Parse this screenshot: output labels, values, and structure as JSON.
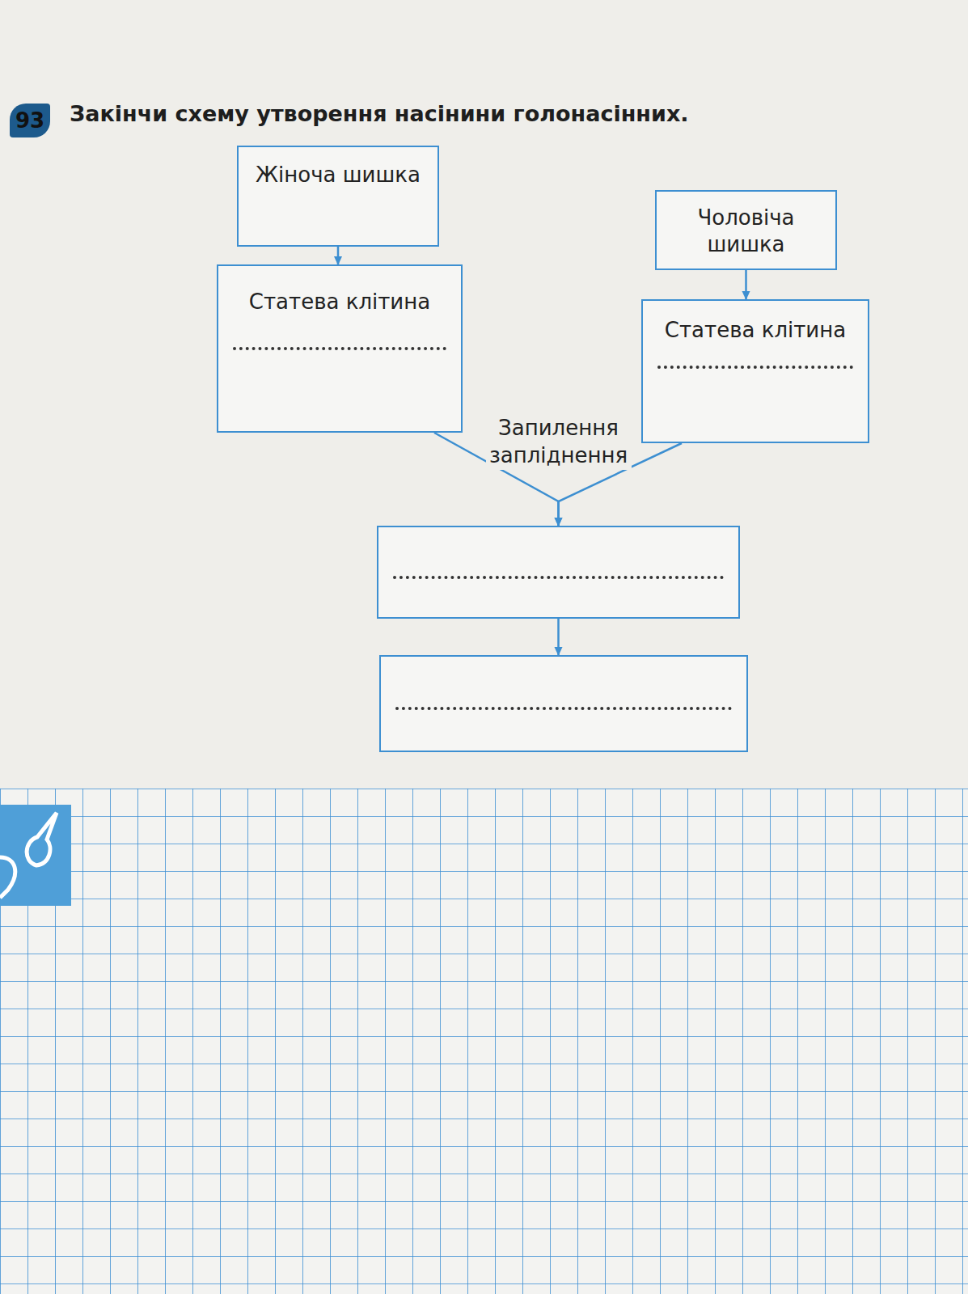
{
  "diagram": {
    "title": "Закінчи схему утворення насінини голонасінних.",
    "nodes": [
      {
        "text": [
          "Жіноча шишка"
        ]
      },
      {
        "text": [
          "Чоловіча шишка"
        ]
      },
      {
        "text": [
          "Статева клітина"
        ]
      },
      {
        "text": [
          "Статева клітина"
        ]
      },
      {
        "text": []
      },
      {
        "text": []
      }
    ],
    "edges": [
      {
        "from": 0,
        "to": 2,
        "arrow": "to"
      },
      {
        "from": 1,
        "to": 3,
        "arrow": "to"
      },
      {
        "from": 2,
        "to": 4,
        "arrow": "to",
        "label": "Запилення запліднення"
      },
      {
        "from": 3,
        "to": 4,
        "arrow": "to"
      },
      {
        "from": 4,
        "to": 5,
        "arrow": "to"
      }
    ],
    "labels": [
      "93"
    ]
  }
}
